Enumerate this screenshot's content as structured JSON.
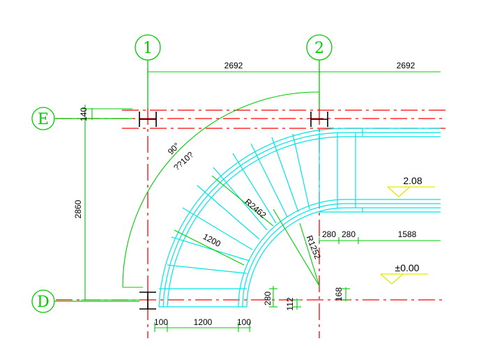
{
  "colors": {
    "axis": "#ff0000",
    "dimension": "#00cc00",
    "stair": "#00e5e5",
    "level": "#e6e600",
    "text": "#000000"
  },
  "axes": {
    "col_1": "1",
    "col_2": "2",
    "row_e": "E",
    "row_d": "D"
  },
  "dims": {
    "top_1": "2692",
    "top_2": "2692",
    "left_140": "140",
    "left_2860": "2860",
    "angle": "90°",
    "arc_length": "??10?",
    "radius_outer": "R2462",
    "radius_inner": "R1252",
    "width_1200": "1200",
    "d280_a": "280",
    "d280_b": "280",
    "d1588": "1588",
    "d280_v": "280",
    "d112": "112",
    "d168": "168",
    "b100_a": "100",
    "b1200": "1200",
    "b100_b": "100"
  },
  "levels": {
    "upper": "2.08",
    "lower": "±0.00"
  }
}
